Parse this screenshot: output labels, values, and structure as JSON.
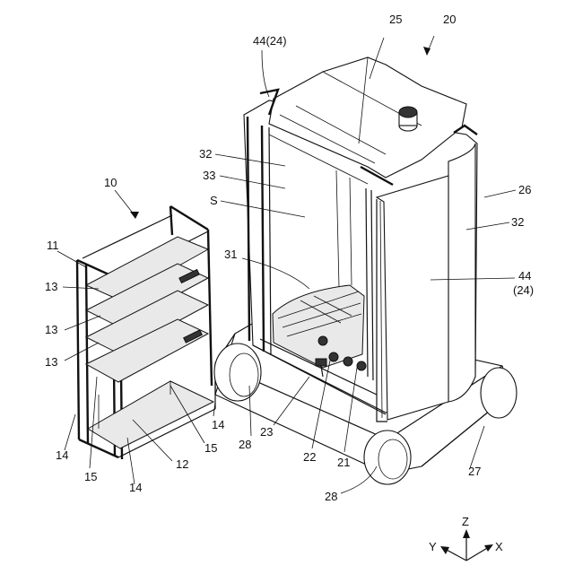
{
  "labels": [
    {
      "id": "l25",
      "text": "25"
    },
    {
      "id": "l20",
      "text": "20"
    },
    {
      "id": "l44_24_top",
      "text": "44(24)"
    },
    {
      "id": "l26",
      "text": "26"
    },
    {
      "id": "l32_left",
      "text": "32"
    },
    {
      "id": "l33",
      "text": "33"
    },
    {
      "id": "lS",
      "text": "S"
    },
    {
      "id": "l32_right",
      "text": "32"
    },
    {
      "id": "l44_right",
      "text": "44"
    },
    {
      "id": "l24_right",
      "text": "(24)"
    },
    {
      "id": "l10",
      "text": "10"
    },
    {
      "id": "l31",
      "text": "31"
    },
    {
      "id": "l11",
      "text": "11"
    },
    {
      "id": "l13_a",
      "text": "13"
    },
    {
      "id": "l13_b",
      "text": "13"
    },
    {
      "id": "l13_c",
      "text": "13"
    },
    {
      "id": "l14_right",
      "text": "14"
    },
    {
      "id": "l14_left",
      "text": "14"
    },
    {
      "id": "l14_bottom",
      "text": "14"
    },
    {
      "id": "l15_right",
      "text": "15"
    },
    {
      "id": "l15_left",
      "text": "15"
    },
    {
      "id": "l12",
      "text": "12"
    },
    {
      "id": "l28_left",
      "text": "28"
    },
    {
      "id": "l28_bottom",
      "text": "28"
    },
    {
      "id": "l23",
      "text": "23"
    },
    {
      "id": "l22",
      "text": "22"
    },
    {
      "id": "l21",
      "text": "21"
    },
    {
      "id": "l27",
      "text": "27"
    }
  ],
  "axes": {
    "z": "Z",
    "y": "Y",
    "x": "X"
  }
}
